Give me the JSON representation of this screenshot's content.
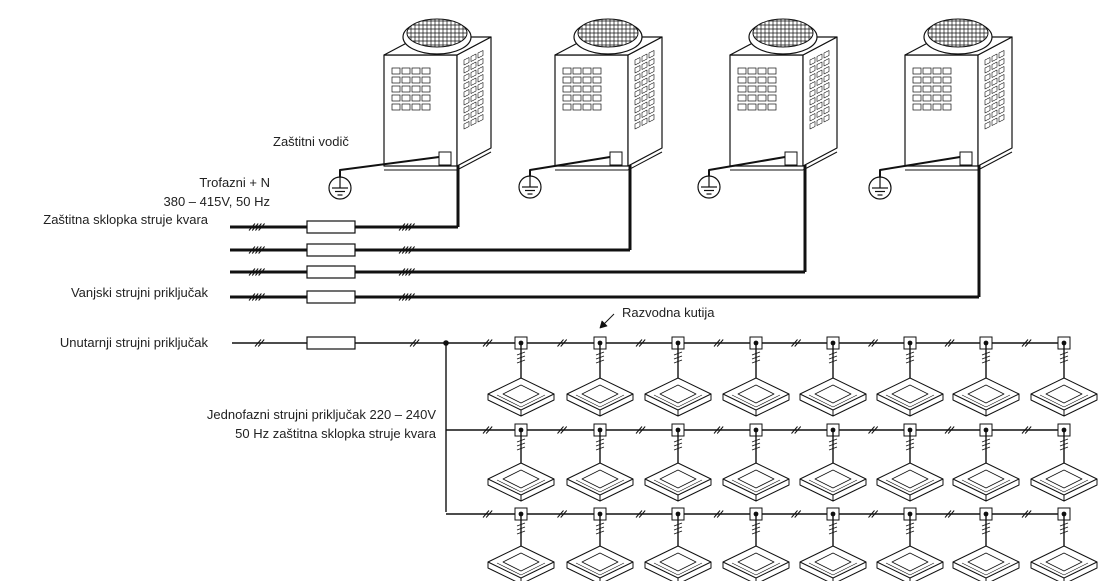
{
  "labels": {
    "protective_conductor": "Zaštitni vodič",
    "three_phase_line1": "Trofazni + N",
    "three_phase_line2": "380 – 415V, 50 Hz",
    "three_phase_line3": "Zaštitna sklopka struje kvara",
    "outdoor_power": "Vanjski strujni priključak",
    "indoor_power": "Unutarnji strujni priključak",
    "junction_box": "Razvodna kutija",
    "single_phase_line1": "Jednofazni strujni priključak 220 – 240V",
    "single_phase_line2": "50 Hz zaštitna sklopka struje kvara"
  },
  "outdoor_units": [
    "outdoor-unit-1",
    "outdoor-unit-2",
    "outdoor-unit-3",
    "outdoor-unit-4"
  ],
  "indoor_rows": [
    [
      "indoor-unit",
      "indoor-unit",
      "indoor-unit",
      "indoor-unit",
      "indoor-unit",
      "indoor-unit",
      "indoor-unit"
    ],
    [
      "indoor-unit",
      "indoor-unit",
      "indoor-unit",
      "indoor-unit",
      "indoor-unit",
      "indoor-unit",
      "indoor-unit"
    ],
    [
      "indoor-unit",
      "indoor-unit",
      "indoor-unit",
      "indoor-unit",
      "indoor-unit",
      "indoor-unit",
      "indoor-unit"
    ]
  ],
  "colors": {
    "line": "#111111",
    "background": "#ffffff"
  }
}
